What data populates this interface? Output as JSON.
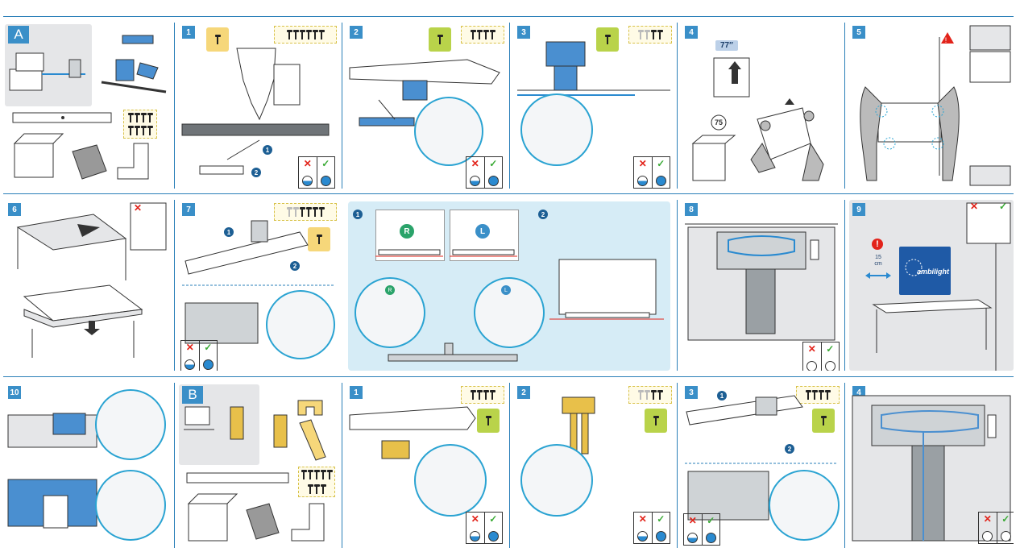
{
  "colors": {
    "accent": "#2a7fb8",
    "badge": "#3a8fc8",
    "warning": "#e2231a",
    "ok": "#3aaa35"
  },
  "rows": [
    {
      "panels": [
        {
          "id": "A",
          "label": "A"
        },
        {
          "id": "1",
          "label": "1",
          "screw_count": 6
        },
        {
          "id": "2",
          "label": "2",
          "screw_count": 4
        },
        {
          "id": "3",
          "label": "3",
          "screw_count": 4
        },
        {
          "id": "4",
          "label": "4",
          "size": "77″",
          "vesa": "75"
        },
        {
          "id": "5",
          "label": "5"
        }
      ]
    },
    {
      "panels": [
        {
          "id": "6",
          "label": "6"
        },
        {
          "id": "7",
          "label": "7",
          "screw_count": 6
        },
        {
          "id": "RL",
          "label_1": "1",
          "label_2": "2",
          "right": "R",
          "left": "L"
        },
        {
          "id": "8",
          "label": "8"
        },
        {
          "id": "9",
          "label": "9",
          "distance_value": "15",
          "distance_unit": "cm",
          "brand": "ambilight"
        }
      ]
    },
    {
      "panels": [
        {
          "id": "10",
          "label": "10"
        },
        {
          "id": "B",
          "label": "B"
        },
        {
          "id": "B1",
          "label": "1",
          "screw_count": 4
        },
        {
          "id": "B2",
          "label": "2",
          "screw_count": 4
        },
        {
          "id": "B3",
          "label": "3",
          "screw_count": 4
        },
        {
          "id": "B4",
          "label": "4"
        }
      ]
    }
  ],
  "step_numbers": {
    "one": "1",
    "two": "2"
  },
  "marks": {
    "wrong": "✕",
    "right": "✓"
  }
}
